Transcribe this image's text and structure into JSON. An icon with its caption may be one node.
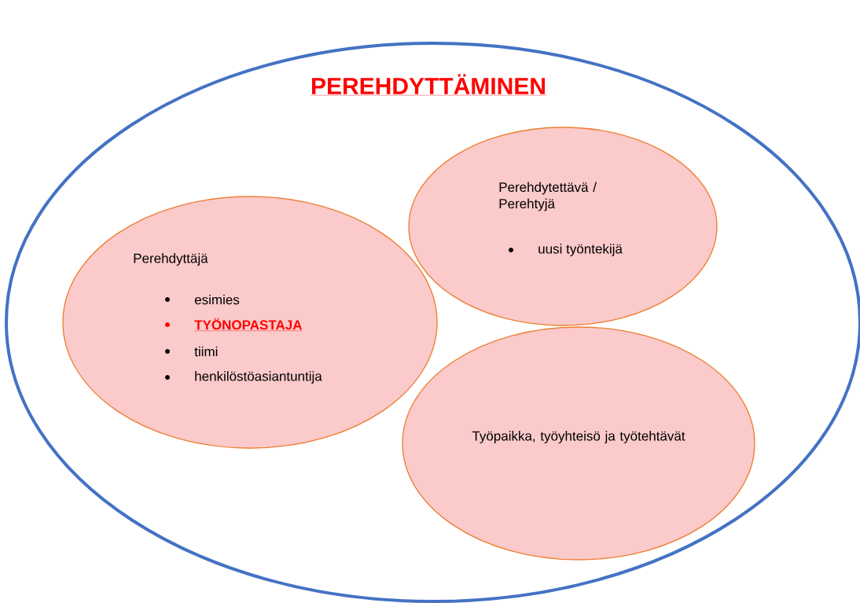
{
  "diagram": {
    "nodes": [
      {
        "text": [
          "PEREHDYTTÄMINEN"
        ]
      },
      {
        "text": [
          "Perehdytettävä / Perehtyjä",
          "uusi työntekijä"
        ],
        "in": 0
      },
      {
        "text": [
          "Perehdyttäjä",
          "esimies",
          "TYÖNOPASTAJA",
          "tiimi",
          "henkilöstöasiantuntija"
        ],
        "in": 0
      },
      {
        "text": [
          "Työpaikka, työyhteisö ja työtehtävät"
        ],
        "in": 0
      }
    ]
  }
}
